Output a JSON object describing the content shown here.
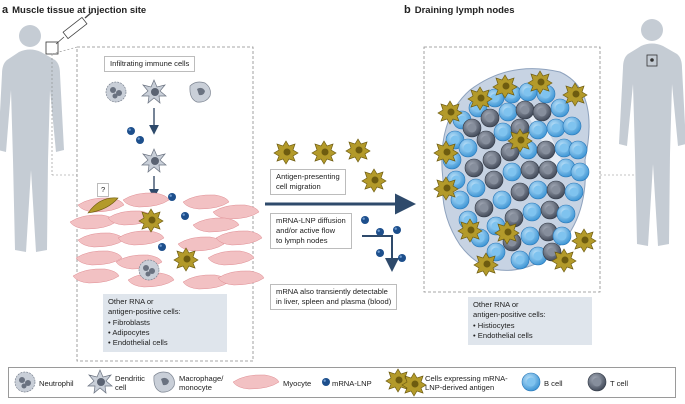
{
  "panel_a": {
    "letter": "a",
    "title": "Muscle tissue at injection site",
    "infiltrating_label": "Infiltrating immune cells",
    "question_mark": "?",
    "note_title_1": "Other RNA or",
    "note_title_2": "antigen-positive cells:",
    "cells": [
      "Fibroblasts",
      "Adipocytes",
      "Endothelial cells"
    ]
  },
  "panel_b": {
    "letter": "b",
    "title": "Draining lymph nodes",
    "note_title_1": "Other RNA or",
    "note_title_2": "antigen-positive cells:",
    "cells": [
      "Histiocytes",
      "Endothelial cells"
    ]
  },
  "middle": {
    "apc_line1": "Antigen-presenting",
    "apc_line2": "cell migration",
    "diffusion_line1": "mRNA-LNP diffusion",
    "diffusion_line2": "and/or active flow",
    "diffusion_line3": "to lymph nodes",
    "transient_line1": "mRNA also transiently detectable",
    "transient_line2": "in liver, spleen and plasma (blood)"
  },
  "legend": {
    "neutrophil": "Neutrophil",
    "dendritic_1": "Dendritic",
    "dendritic_2": "cell",
    "macrophage_1": "Macrophage/",
    "macrophage_2": "monocyte",
    "myocyte": "Myocyte",
    "lnp": "mRNA-LNP",
    "expressing_1": "Cells expressing mRNA-",
    "expressing_2": "LNP-derived antigen",
    "bcell": "B cell",
    "tcell": "T cell"
  },
  "colors": {
    "body_silhouette": "#c5ccd4",
    "lnp_blue": "#1d4f8c",
    "antigen_cell": "#b39a2a",
    "b_cell": "#5aaee3",
    "t_cell": "#5c6577",
    "myocyte": "#f2c1c3",
    "note_bg": "#dfe5ec",
    "arrow": "#2e4a6b"
  }
}
